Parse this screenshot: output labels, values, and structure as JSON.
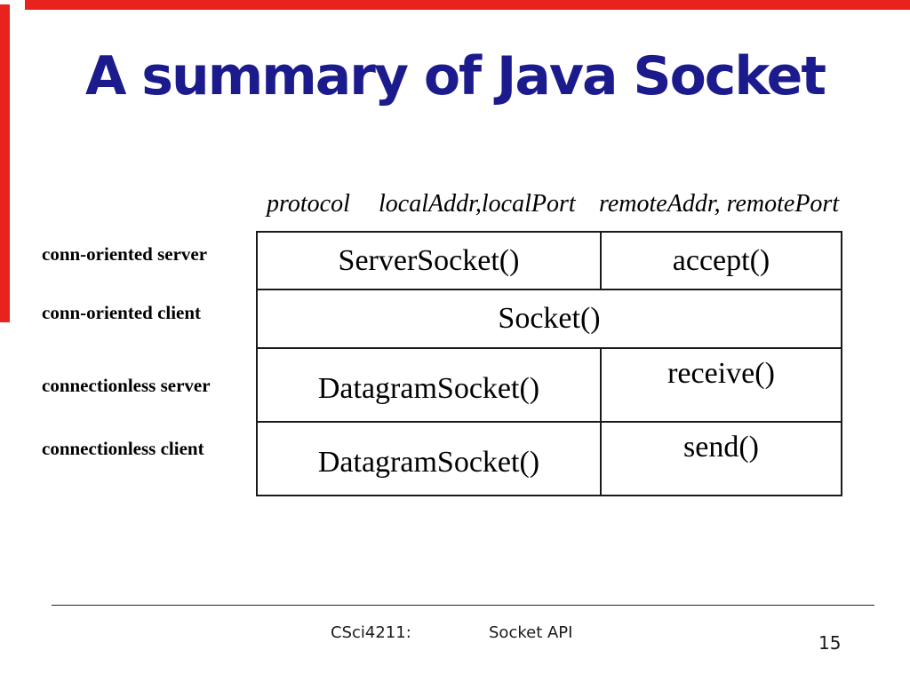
{
  "slide": {
    "title": "A summary of Java Socket",
    "table": {
      "column_headers": [
        "protocol",
        "localAddr,localPort",
        "remoteAddr, remotePort"
      ],
      "row_labels": [
        "conn-oriented server",
        "conn-oriented client",
        "connectionless server",
        "connectionless client"
      ],
      "rows": [
        {
          "cells": [
            "ServerSocket()",
            "accept()"
          ],
          "span": false
        },
        {
          "cells": [
            "Socket()"
          ],
          "span": true
        },
        {
          "cells": [
            "DatagramSocket()",
            "receive()"
          ],
          "span": false
        },
        {
          "cells": [
            "DatagramSocket()",
            "send()"
          ],
          "span": false
        }
      ]
    },
    "footer": {
      "course": "CSci4211:",
      "topic": "Socket API",
      "page_number": "15"
    }
  },
  "colors": {
    "title_navy": "#1b1b8e",
    "accent_red": "#e8231d",
    "table_border": "#1a1a1a",
    "background": "#ffffff"
  }
}
